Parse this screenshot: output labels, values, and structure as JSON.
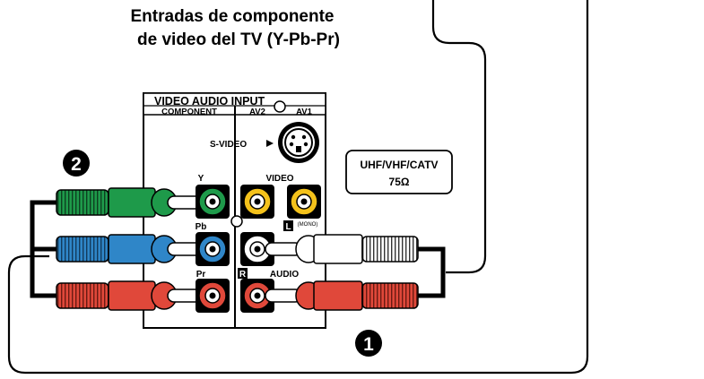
{
  "caption": {
    "line1": "Entradas de componente",
    "line2": "de video del TV (Y-Pb-Pr)"
  },
  "panel": {
    "title": "VIDEO AUDIO INPUT",
    "component": "COMPONENT",
    "av2": "AV2",
    "av1": "AV1",
    "svideo": "S-VIDEO",
    "video": "VIDEO",
    "y": "Y",
    "pb": "Pb",
    "pr": "Pr",
    "mono": "(MONO)",
    "audio": "AUDIO",
    "left": "L",
    "right": "R"
  },
  "antenna": {
    "line1": "UHF/VHF/CATV",
    "line2": "75Ω"
  },
  "callouts": {
    "one": "1",
    "two": "2"
  },
  "colors": {
    "green": "#1e9a4a",
    "blue": "#2f86c8",
    "red": "#e0483a",
    "yellow": "#f4c21b",
    "white": "#ffffff",
    "black": "#000000"
  }
}
